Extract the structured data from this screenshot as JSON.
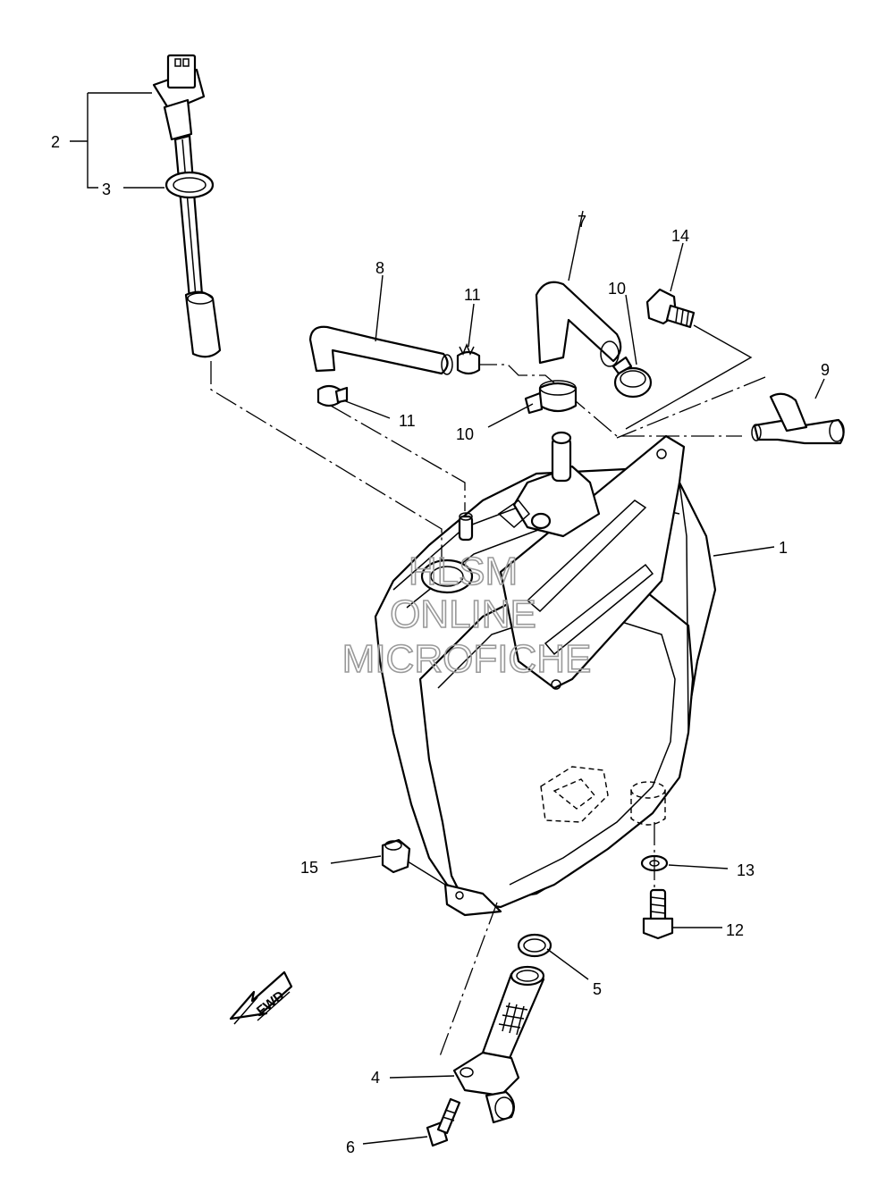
{
  "callouts": {
    "p1": "1",
    "p2": "2",
    "p3": "3",
    "p4": "4",
    "p5": "5",
    "p6": "6",
    "p7": "7",
    "p8": "8",
    "p9": "9",
    "p10a": "10",
    "p10b": "10",
    "p11a": "11",
    "p11b": "11",
    "p12": "12",
    "p13": "13",
    "p14": "14",
    "p15": "15"
  },
  "watermark": {
    "line1": "HLSM",
    "line2": "ONLINE",
    "line3": "MICROFICHE"
  },
  "fwd_label": "FWD"
}
